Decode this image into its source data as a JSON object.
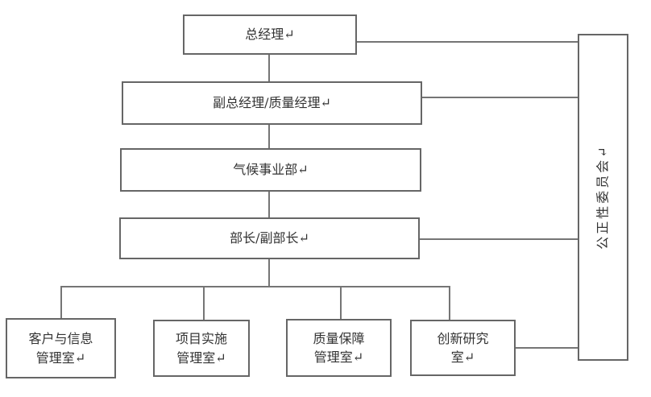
{
  "diagram": {
    "type": "org-chart",
    "nodes": {
      "general_manager": {
        "label": "总经理↵"
      },
      "deputy_general_manager": {
        "label": "副总经理/质量经理↵"
      },
      "climate_division": {
        "label": "气候事业部↵"
      },
      "minister": {
        "label": "部长/副部长↵"
      },
      "customer_info_office": {
        "line1": "客户与信息",
        "line2": "管理室↵"
      },
      "project_office": {
        "line1": "项目实施",
        "line2": "管理室↵"
      },
      "quality_office": {
        "line1": "质量保障",
        "line2": "管理室↵"
      },
      "innovation_office": {
        "line1": "创新研究",
        "line2": "室↵"
      },
      "impartiality_committee": {
        "label": "公正性委员会↵"
      }
    },
    "colors": {
      "background": "#ffffff",
      "box_border": "#666666",
      "connector_line": "#757575",
      "text": "#333333"
    }
  }
}
